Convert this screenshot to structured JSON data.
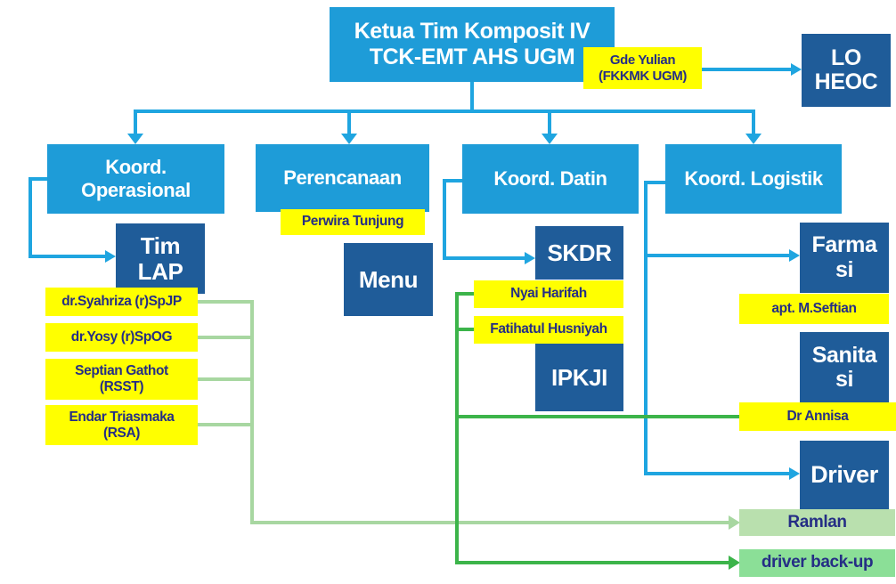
{
  "colors": {
    "light_blue": "#1E9CD8",
    "dark_blue": "#1F5C99",
    "line_blue": "#1FA5E0",
    "yellow": "#FFFF00",
    "navy_text": "#252E85",
    "white_text": "#FFFFFF",
    "pale_green": "#A8D7A1",
    "green": "#3CB44A",
    "ramlan_fill": "#B9E0AE",
    "backup_fill": "#8BDF97"
  },
  "nodes": {
    "ketua": {
      "line1": "Ketua Tim Komposit IV",
      "line2": "TCK-EMT AHS UGM"
    },
    "gde_yulian": {
      "line1": "Gde Yulian",
      "line2": "(FKKMK UGM)"
    },
    "lo_heoc": {
      "line1": "LO",
      "line2": "HEOC"
    },
    "koord_operasional": {
      "line1": "Koord.",
      "line2": "Operasional"
    },
    "perencanaan": {
      "label": "Perencanaan"
    },
    "koord_datin": {
      "label": "Koord. Datin"
    },
    "koord_logistik": {
      "label": "Koord. Logistik"
    },
    "tim_lap": {
      "line1": "Tim",
      "line2": "LAP"
    },
    "op_member_1": {
      "label": "dr.Syahriza (r)SpJP"
    },
    "op_member_2": {
      "label": "dr.Yosy (r)SpOG"
    },
    "op_member_3": {
      "line1": "Septian Gathot",
      "line2": "(RSST)"
    },
    "op_member_4": {
      "line1": "Endar Triasmaka",
      "line2": "(RSA)"
    },
    "perwira_tunjung": {
      "label": "Perwira Tunjung"
    },
    "menu": {
      "label": "Menu"
    },
    "skdr": {
      "label": "SKDR"
    },
    "nyai_harifah": {
      "label": "Nyai Harifah"
    },
    "fatihatul_husniyah": {
      "label": "Fatihatul Husniyah"
    },
    "ipkji": {
      "label": "IPKJI"
    },
    "farmasi": {
      "line1": "Farma",
      "line2": "si"
    },
    "apt_seftian": {
      "label": "apt. M.Seftian"
    },
    "sanitasi": {
      "line1": "Sanita",
      "line2": "si"
    },
    "dr_annisa": {
      "label": "Dr Annisa"
    },
    "driver": {
      "label": "Driver"
    },
    "ramlan": {
      "label": "Ramlan"
    },
    "driver_backup": {
      "label": "driver back-up"
    }
  }
}
